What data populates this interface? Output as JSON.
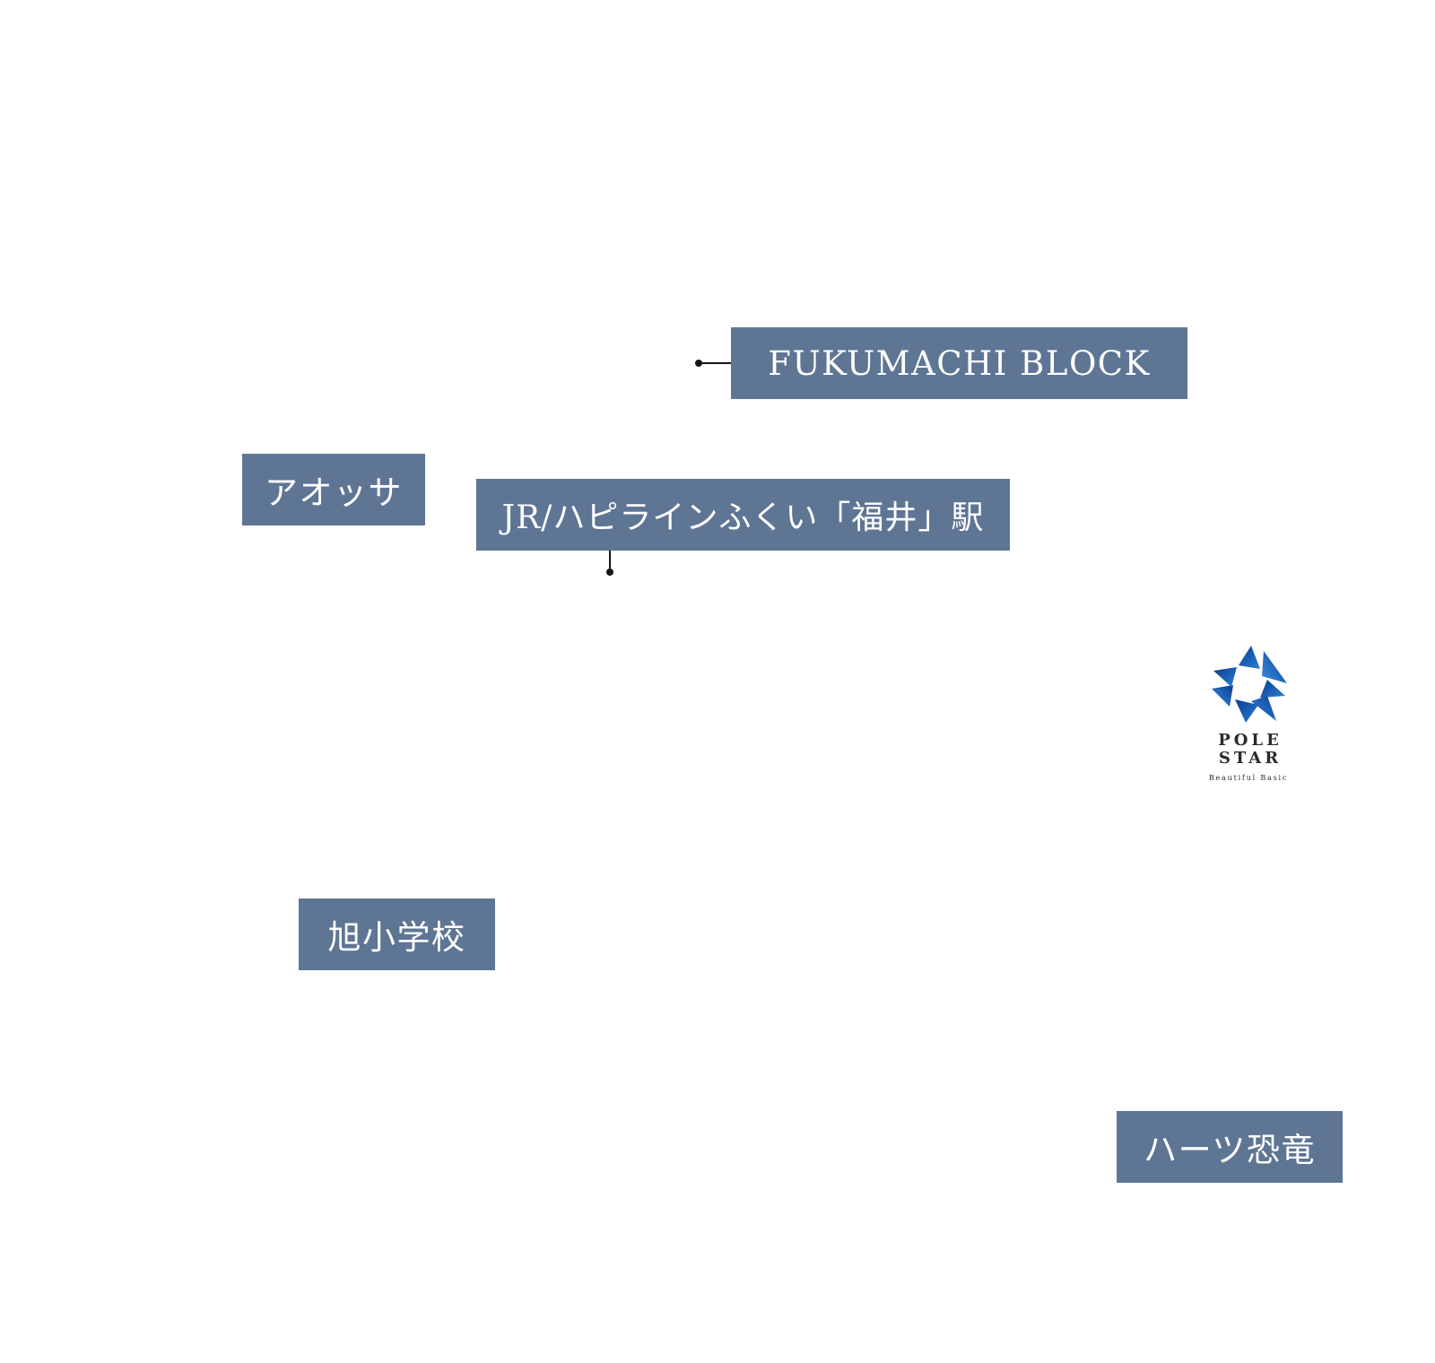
{
  "labels": {
    "fukumachi": "FUKUMACHI BLOCK",
    "aossa": "アオッサ",
    "station": "JR/ハピラインふくい「福井」駅",
    "asahi_school": "旭小学校",
    "hearts_dino": "ハーツ恐竜"
  },
  "logo": {
    "line1": "POLE",
    "line2": "STAR",
    "tagline": "Beautiful Basic"
  },
  "colors": {
    "label_bg": "#5f7594",
    "label_text": "#ffffff",
    "marker": "#1a1414",
    "logo_blue_dark": "#0a3d91",
    "logo_blue_light": "#2a7fd4"
  }
}
